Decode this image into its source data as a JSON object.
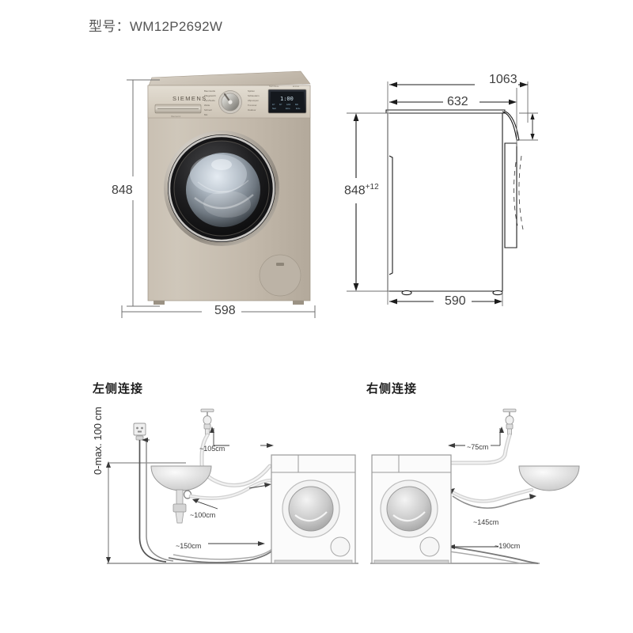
{
  "page": {
    "model_label": "型号：WM12P2692W",
    "brand": "SIEMENS",
    "background": "#ffffff"
  },
  "front_view": {
    "name": "front-elevation",
    "dimensions": {
      "height": "848",
      "width": "598"
    }
  },
  "side_view": {
    "name": "side-elevation",
    "dimensions": {
      "door_open_depth": "1063",
      "door_swing_depth": "632",
      "height": "848",
      "height_tolerance": "+12",
      "body_depth": "590"
    }
  },
  "left_connection": {
    "heading": "左侧连接",
    "height_label": "0-max. 100 cm",
    "inlet_hose": "~105cm",
    "drain_hose_sink": "~100cm",
    "drain_hose_floor": "~150cm"
  },
  "right_connection": {
    "heading": "右侧连接",
    "inlet_hose": "~75cm",
    "drain_hose_sink": "~145cm",
    "drain_hose_floor": "~190cm"
  },
  "colors": {
    "body": "#c6bcaf",
    "line": "#222222",
    "dim_line": "#6f6f6f",
    "light_line": "#9a9a9a"
  }
}
